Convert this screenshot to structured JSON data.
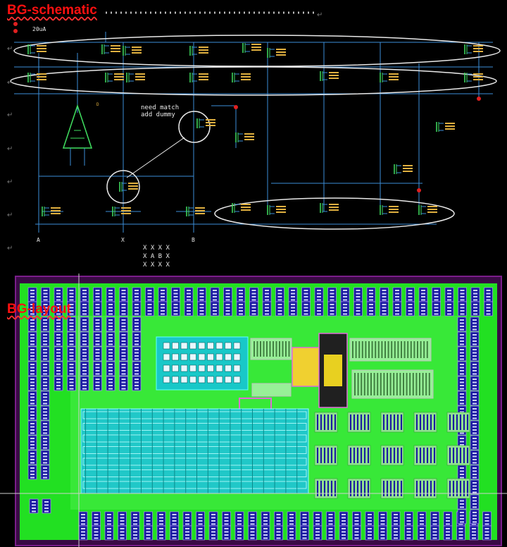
{
  "schematic": {
    "title": "BG-schematic",
    "current_label": "20uA",
    "note_line1": "need match",
    "note_line2": "add dummy",
    "node_a": "A",
    "node_x": "X",
    "node_b": "B",
    "grid_rows": [
      "X X X X",
      "X A B X",
      "X X X X"
    ],
    "amp_label": "D",
    "colors": {
      "wire": "#3c8ed8",
      "device": "#40e060",
      "text": "#e0b040",
      "highlight": "#e8e8e8",
      "pin": "#e02020"
    }
  },
  "layout": {
    "title": "BG-layout",
    "colors": {
      "substrate": "#22e022",
      "border": "#7a1e8a",
      "contact": "#1a1aa0",
      "nwell": "#90ff90",
      "active": "#20c8c8",
      "poly": "#e06ad8"
    }
  },
  "paragraph_mark": "↵"
}
